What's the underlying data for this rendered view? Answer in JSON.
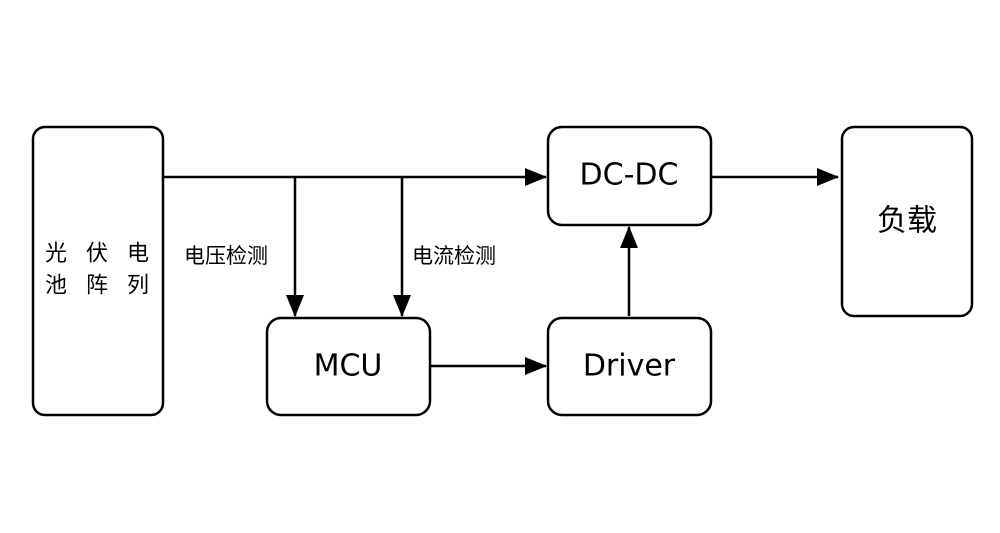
{
  "nodes": {
    "pv_array": {
      "line1": "光 伏 电",
      "line2": "池 阵 列"
    },
    "dcdc": {
      "label": "DC-DC"
    },
    "mcu": {
      "label": "MCU"
    },
    "driver": {
      "label": "Driver"
    },
    "load": {
      "label": "负载"
    }
  },
  "edges": {
    "voltage_sense": {
      "label": "电压检测"
    },
    "current_sense": {
      "label": "电流检测"
    }
  }
}
